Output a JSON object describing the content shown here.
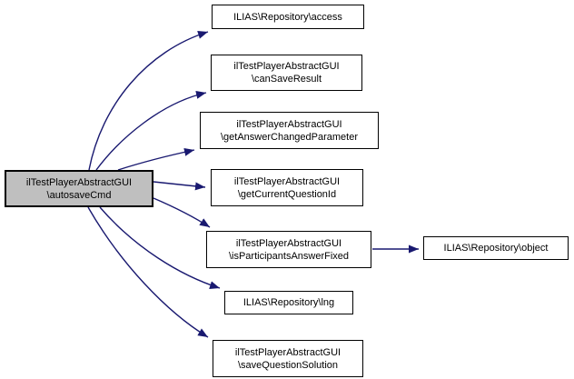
{
  "graph": {
    "type": "call-graph",
    "colors": {
      "edge": "#191970",
      "node_border": "#000000",
      "node_fill": "#ffffff",
      "highlight_fill": "#bfbfbf",
      "text": "#000000",
      "background": "#ffffff"
    },
    "nodes": [
      {
        "id": "autosaveCmd",
        "line1": "ilTestPlayerAbstractGUI",
        "line2": "\\autosaveCmd",
        "highlighted": true
      },
      {
        "id": "access",
        "line1": "ILIAS\\Repository\\access",
        "line2": ""
      },
      {
        "id": "canSaveResult",
        "line1": "ilTestPlayerAbstractGUI",
        "line2": "\\canSaveResult"
      },
      {
        "id": "getAnswerChangedParameter",
        "line1": "ilTestPlayerAbstractGUI",
        "line2": "\\getAnswerChangedParameter"
      },
      {
        "id": "getCurrentQuestionId",
        "line1": "ilTestPlayerAbstractGUI",
        "line2": "\\getCurrentQuestionId"
      },
      {
        "id": "isParticipantsAnswerFixed",
        "line1": "ilTestPlayerAbstractGUI",
        "line2": "\\isParticipantsAnswerFixed"
      },
      {
        "id": "object",
        "line1": "ILIAS\\Repository\\object",
        "line2": ""
      },
      {
        "id": "lng",
        "line1": "ILIAS\\Repository\\lng",
        "line2": ""
      },
      {
        "id": "saveQuestionSolution",
        "line1": "ilTestPlayerAbstractGUI",
        "line2": "\\saveQuestionSolution"
      }
    ],
    "edges": [
      {
        "from": "autosaveCmd",
        "to": "access"
      },
      {
        "from": "autosaveCmd",
        "to": "canSaveResult"
      },
      {
        "from": "autosaveCmd",
        "to": "getAnswerChangedParameter"
      },
      {
        "from": "autosaveCmd",
        "to": "getCurrentQuestionId"
      },
      {
        "from": "autosaveCmd",
        "to": "isParticipantsAnswerFixed"
      },
      {
        "from": "autosaveCmd",
        "to": "lng"
      },
      {
        "from": "autosaveCmd",
        "to": "saveQuestionSolution"
      },
      {
        "from": "isParticipantsAnswerFixed",
        "to": "object"
      }
    ]
  }
}
